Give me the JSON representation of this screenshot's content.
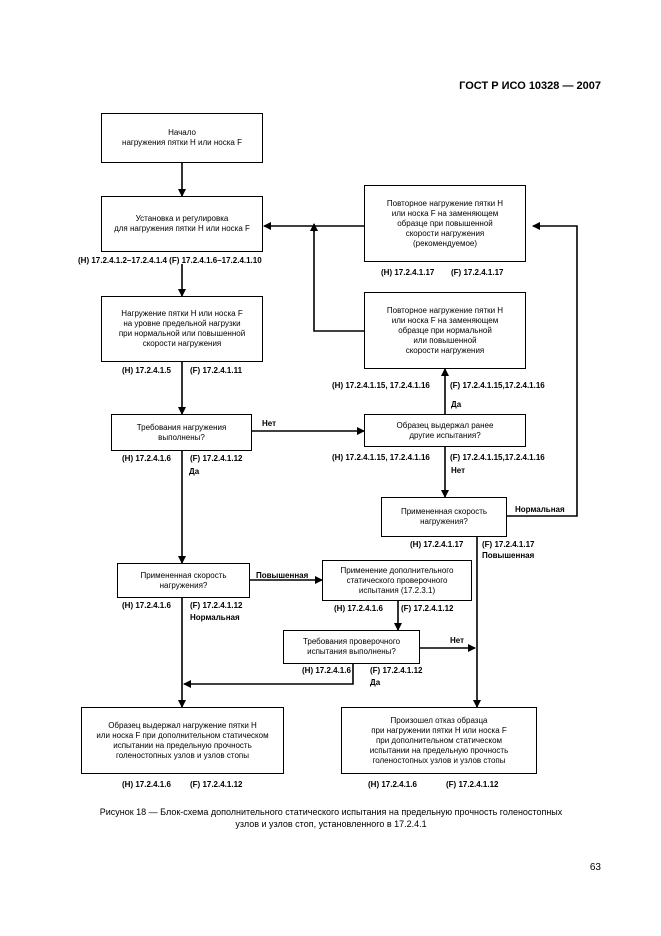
{
  "header": {
    "standard": "ГОСТ Р ИСО 10328 — 2007"
  },
  "boxes": {
    "start": "Начало\nнагружения пятки H или носка F",
    "install": "Установка и регулировка\nдля нагружения пятки H или носка F",
    "load": "Нагружение пятки H или носка F\nна уровне предельной нагрузки\nпри нормальной или повышенной\nскорости нагружения",
    "req_met": "Требования нагружения\nвыполнены?",
    "repeat_high": "Повторное нагружение пятки H\nили носка F на заменяющем\nобразце при повышенной\nскорости нагружения\n(рекомендуемое)",
    "repeat_normal": "Повторное нагружение пятки H\nили носка F на заменяющем\nобразце при нормальной\nили повышенной\nскорости нагружения",
    "sample_withstood": "Образец выдержал ранее\nдругие испытания?",
    "rate_applied": "Примененная скорость\nнагружения?",
    "rate_applied2": "Примененная скорость\nнагружения?",
    "extra_static": "Применение дополнительного\nстатического проверочного\nиспытания (17.2.3.1)",
    "proof_met": "Требования проверочного\nиспытания выполнены?",
    "result_pass": "Образец выдержал нагружение пятки H\nили носка F при дополнительном статическом\nиспытании на предельную прочность\nголеностопных узлов и узлов стопы",
    "result_fail": "Произошел отказ образца\nпри нагружении пятки H или носка F\nпри дополнительном статическом\nиспытании на предельную прочность\nголеностопных узлов и узлов стопы"
  },
  "labels": {
    "ref_install": "(H) 17.2.4.1.2–17.2.4.1.4   (F) 17.2.4.1.6–17.2.4.1.10",
    "ref_load_h": "(H) 17.2.4.1.5",
    "ref_load_f": "(F) 17.2.4.1.11",
    "ref_req_h": "(H) 17.2.4.1.6",
    "ref_req_f": "(F) 17.2.4.1.12",
    "ref_rh_h": "(H) 17.2.4.1.17",
    "ref_rh_f": "(F) 17.2.4.1.17",
    "ref_rn_h": "(H) 17.2.4.1.15, 17.2.4.1.16",
    "ref_rn_f": "(F) 17.2.4.1.15,17.2.4.1.16",
    "ref_sw_h": "(H) 17.2.4.1.15, 17.2.4.1.16",
    "ref_sw_f": "(F) 17.2.4.1.15,17.2.4.1.16",
    "ref_ra2_h": "(H) 17.2.4.1.17",
    "ref_ra2_f": "(F) 17.2.4.1.17",
    "ref_ra_h": "(H) 17.2.4.1.6",
    "ref_ra_f": "(F) 17.2.4.1.12",
    "ref_es_h": "(H) 17.2.4.1.6",
    "ref_es_f": "(F) 17.2.4.1.12",
    "ref_pm_h": "(H) 17.2.4.1.6",
    "ref_pm_f": "(F) 17.2.4.1.12",
    "ref_pass_h": "(H) 17.2.4.1.6",
    "ref_pass_f": "(F) 17.2.4.1.12",
    "ref_fail_h": "(H) 17.2.4.1.6",
    "ref_fail_f": "(F) 17.2.4.1.12",
    "no": "Нет",
    "yes": "Да",
    "normal": "Нормальная",
    "raised": "Повышенная"
  },
  "caption": "Рисунок 18 — Блок-схема дополнительного статического испытания на предельную прочность голеностопных узлов и узлов стоп, установленного в 17.2.4.1",
  "page_number": "63"
}
